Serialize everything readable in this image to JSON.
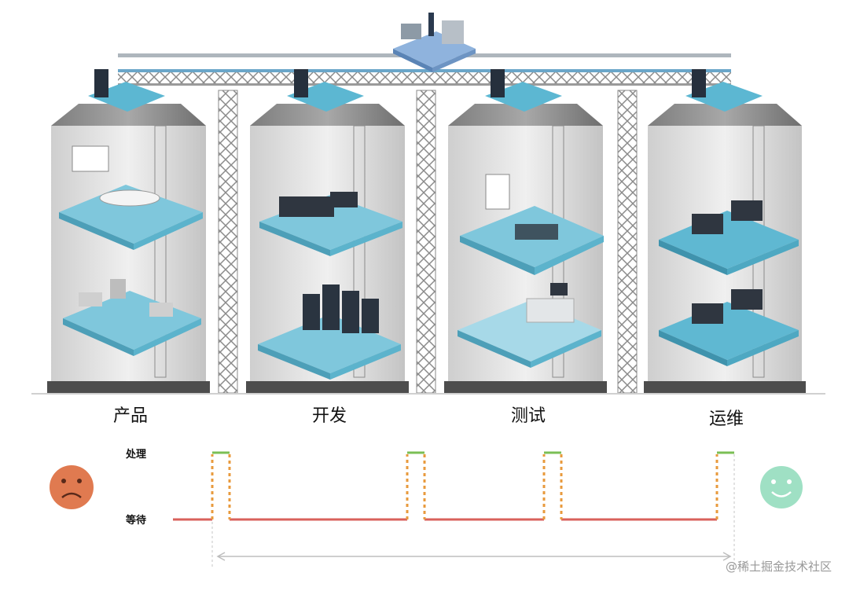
{
  "stages": [
    {
      "label": "产品"
    },
    {
      "label": "开发"
    },
    {
      "label": "测试"
    },
    {
      "label": "运维"
    }
  ],
  "timeline": {
    "process_label": "处理",
    "wait_label": "等待",
    "start_face": "sad-face-icon",
    "end_face": "happy-face-icon",
    "colors": {
      "wait": "#d9615b",
      "process": "#7bbf55",
      "transition": "#e89a3c",
      "sad": "#e07a50",
      "happy": "#9fe0c4"
    }
  },
  "watermark": "@稀土掘金技术社区"
}
